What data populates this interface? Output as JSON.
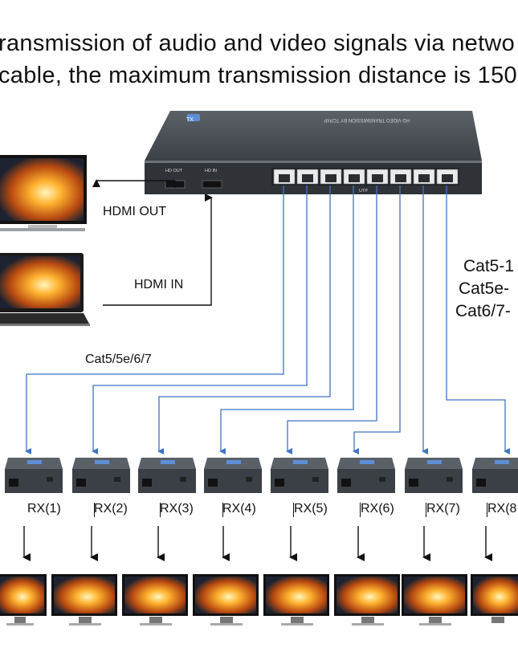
{
  "headline": {
    "line1": "ransmission of audio and video signals via netwo",
    "line2": "cable, the maximum transmission distance is 150"
  },
  "switch": {
    "top_text": "HD VIDEO TRANSMISSION BY TCP/IP",
    "badge": "TX",
    "port_hd_out": "HD OUT",
    "port_hd_in": "HD IN",
    "utp": "UTP"
  },
  "connections": {
    "hdmi_out": "HDMI OUT",
    "hdmi_in": "HDMI IN",
    "cable_left": "Cat5/5e/6/7",
    "cable_right": [
      "Cat5-1",
      "Cat5e-",
      "Cat6/7-"
    ]
  },
  "receivers": [
    "RX(1)",
    "RX(2)",
    "RX(3)",
    "RX(4)",
    "RX(5)",
    "RX(6)",
    "RX(7)",
    "RX(8"
  ],
  "colors": {
    "cable_blue": "#3f74c4",
    "arrow_black": "#111111",
    "device_gray": "#4a4f55"
  }
}
